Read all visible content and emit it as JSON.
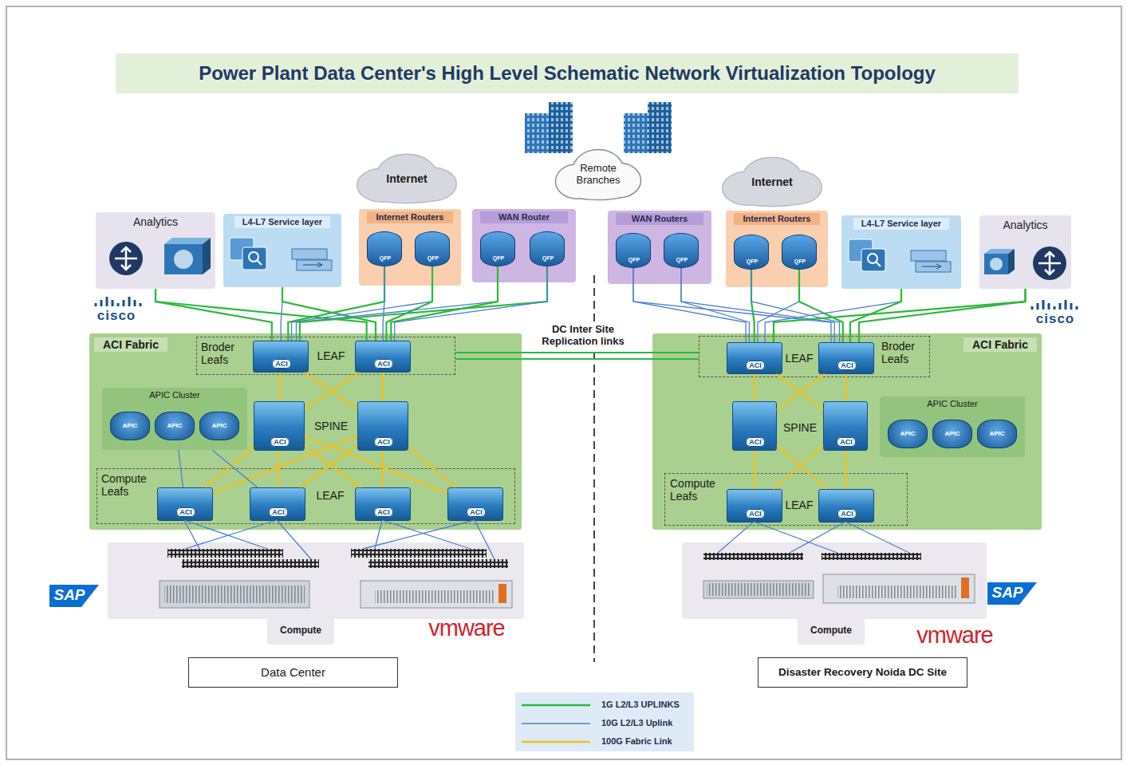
{
  "diagram": {
    "title": "Power Plant Data Center's High Level Schematic Network Virtualization Topology",
    "nodes": [
      {
        "text": [
          "Internet"
        ]
      },
      {
        "text": [
          "Remote Branches"
        ]
      },
      {
        "text": [
          "Internet"
        ]
      },
      {
        "text": [
          "Analytics"
        ]
      },
      {
        "text": [
          "L4-L7 Service layer"
        ]
      },
      {
        "text": [
          "Internet Routers"
        ]
      },
      {
        "text": [
          "QFP"
        ],
        "in": 5
      },
      {
        "text": [
          "QFP"
        ],
        "in": 5
      },
      {
        "text": [
          "WAN Router"
        ]
      },
      {
        "text": [
          "QFP"
        ],
        "in": 8
      },
      {
        "text": [
          "QFP"
        ],
        "in": 8
      },
      {
        "text": [
          "WAN Routers"
        ]
      },
      {
        "text": [
          "QFP"
        ],
        "in": 11
      },
      {
        "text": [
          "QFP"
        ],
        "in": 11
      },
      {
        "text": [
          "Internet Routers"
        ]
      },
      {
        "text": [
          "QFP"
        ],
        "in": 14
      },
      {
        "text": [
          "QFP"
        ],
        "in": 14
      },
      {
        "text": [
          "L4-L7 Service layer"
        ]
      },
      {
        "text": [
          "Analytics"
        ]
      },
      {
        "text": [
          "ACI Fabric"
        ]
      },
      {
        "text": [
          "Broder Leafs"
        ],
        "in": 19
      },
      {
        "text": [
          "ACI"
        ],
        "in": 20
      },
      {
        "text": [
          "ACI"
        ],
        "in": 20
      },
      {
        "text": [
          "APIC Cluster"
        ],
        "in": 19
      },
      {
        "text": [
          "APIC"
        ],
        "in": 23
      },
      {
        "text": [
          "APIC"
        ],
        "in": 23
      },
      {
        "text": [
          "APIC"
        ],
        "in": 23
      },
      {
        "text": [
          "ACI"
        ],
        "in": 19
      },
      {
        "text": [
          "ACI"
        ],
        "in": 19
      },
      {
        "text": [
          "Compute Leafs"
        ],
        "in": 19
      },
      {
        "text": [
          "ACI"
        ],
        "in": 29
      },
      {
        "text": [
          "ACI"
        ],
        "in": 29
      },
      {
        "text": [
          "ACI"
        ],
        "in": 29
      },
      {
        "text": [
          "ACI"
        ],
        "in": 29
      },
      {
        "text": [
          "Compute"
        ]
      },
      {
        "text": [
          "ACI Fabric"
        ]
      },
      {
        "text": [
          "Broder Leafs"
        ],
        "in": 35
      },
      {
        "text": [
          "ACI"
        ],
        "in": 36
      },
      {
        "text": [
          "ACI"
        ],
        "in": 36
      },
      {
        "text": [
          "APIC Cluster"
        ],
        "in": 35
      },
      {
        "text": [
          "APIC"
        ],
        "in": 39
      },
      {
        "text": [
          "APIC"
        ],
        "in": 39
      },
      {
        "text": [
          "APIC"
        ],
        "in": 39
      },
      {
        "text": [
          "ACI"
        ],
        "in": 35
      },
      {
        "text": [
          "ACI"
        ],
        "in": 35
      },
      {
        "text": [
          "Compute Leafs"
        ],
        "in": 35
      },
      {
        "text": [
          "ACI"
        ],
        "in": 45
      },
      {
        "text": [
          "ACI"
        ],
        "in": 45
      },
      {
        "text": [
          "Compute"
        ]
      },
      {
        "text": [
          "Data Center"
        ]
      },
      {
        "text": [
          "Disaster Recovery Noida DC Site"
        ]
      }
    ],
    "edges": [
      {
        "from": 3,
        "to": 21,
        "arrow": "none"
      },
      {
        "from": 3,
        "to": 22,
        "arrow": "none"
      },
      {
        "from": 4,
        "to": 21,
        "arrow": "none"
      },
      {
        "from": 4,
        "to": 22,
        "arrow": "none"
      },
      {
        "from": 6,
        "to": 21,
        "arrow": "none"
      },
      {
        "from": 6,
        "to": 22,
        "arrow": "none"
      },
      {
        "from": 7,
        "to": 21,
        "arrow": "none"
      },
      {
        "from": 7,
        "to": 22,
        "arrow": "none"
      },
      {
        "from": 9,
        "to": 21,
        "arrow": "none"
      },
      {
        "from": 9,
        "to": 22,
        "arrow": "none"
      },
      {
        "from": 10,
        "to": 21,
        "arrow": "none"
      },
      {
        "from": 10,
        "to": 22,
        "arrow": "none"
      },
      {
        "from": 12,
        "to": 37,
        "arrow": "none"
      },
      {
        "from": 12,
        "to": 38,
        "arrow": "none"
      },
      {
        "from": 13,
        "to": 37,
        "arrow": "none"
      },
      {
        "from": 13,
        "to": 38,
        "arrow": "none"
      },
      {
        "from": 15,
        "to": 37,
        "arrow": "none"
      },
      {
        "from": 15,
        "to": 38,
        "arrow": "none"
      },
      {
        "from": 16,
        "to": 37,
        "arrow": "none"
      },
      {
        "from": 16,
        "to": 38,
        "arrow": "none"
      },
      {
        "from": 17,
        "to": 37,
        "arrow": "none"
      },
      {
        "from": 17,
        "to": 38,
        "arrow": "none"
      },
      {
        "from": 18,
        "to": 37,
        "arrow": "none"
      },
      {
        "from": 18,
        "to": 38,
        "arrow": "none"
      },
      {
        "from": 20,
        "to": 36,
        "arrow": "none",
        "label": "DC Inter Site Replication links"
      },
      {
        "from": 20,
        "to": 36,
        "arrow": "none"
      },
      {
        "from": 21,
        "to": 27,
        "arrow": "none"
      },
      {
        "from": 21,
        "to": 28,
        "arrow": "none"
      },
      {
        "from": 22,
        "to": 27,
        "arrow": "none"
      },
      {
        "from": 22,
        "to": 28,
        "arrow": "none"
      },
      {
        "from": 27,
        "to": 30,
        "arrow": "none"
      },
      {
        "from": 27,
        "to": 31,
        "arrow": "none"
      },
      {
        "from": 27,
        "to": 32,
        "arrow": "none"
      },
      {
        "from": 27,
        "to": 33,
        "arrow": "none"
      },
      {
        "from": 28,
        "to": 30,
        "arrow": "none"
      },
      {
        "from": 28,
        "to": 31,
        "arrow": "none"
      },
      {
        "from": 28,
        "to": 32,
        "arrow": "none"
      },
      {
        "from": 28,
        "to": 33,
        "arrow": "none"
      },
      {
        "from": 23,
        "to": 30,
        "arrow": "none"
      },
      {
        "from": 23,
        "to": 31,
        "arrow": "none"
      },
      {
        "from": 37,
        "to": 43,
        "arrow": "none"
      },
      {
        "from": 37,
        "to": 44,
        "arrow": "none"
      },
      {
        "from": 38,
        "to": 43,
        "arrow": "none"
      },
      {
        "from": 38,
        "to": 44,
        "arrow": "none"
      },
      {
        "from": 43,
        "to": 46,
        "arrow": "none"
      },
      {
        "from": 43,
        "to": 47,
        "arrow": "none"
      },
      {
        "from": 44,
        "to": 46,
        "arrow": "none"
      },
      {
        "from": 44,
        "to": 47,
        "arrow": "none"
      }
    ],
    "labels": [
      "cisco",
      "cisco",
      "LEAF",
      "LEAF",
      "SPINE",
      "SPINE",
      "LEAF",
      "LEAF",
      "SAP",
      "SAP",
      "vmware",
      "vmware"
    ],
    "legend": [
      {
        "text": "1G L2/L3 UPLINKS"
      },
      {
        "text": "10G L2/L3 Uplink"
      },
      {
        "text": "100G Fabric Link"
      }
    ]
  }
}
